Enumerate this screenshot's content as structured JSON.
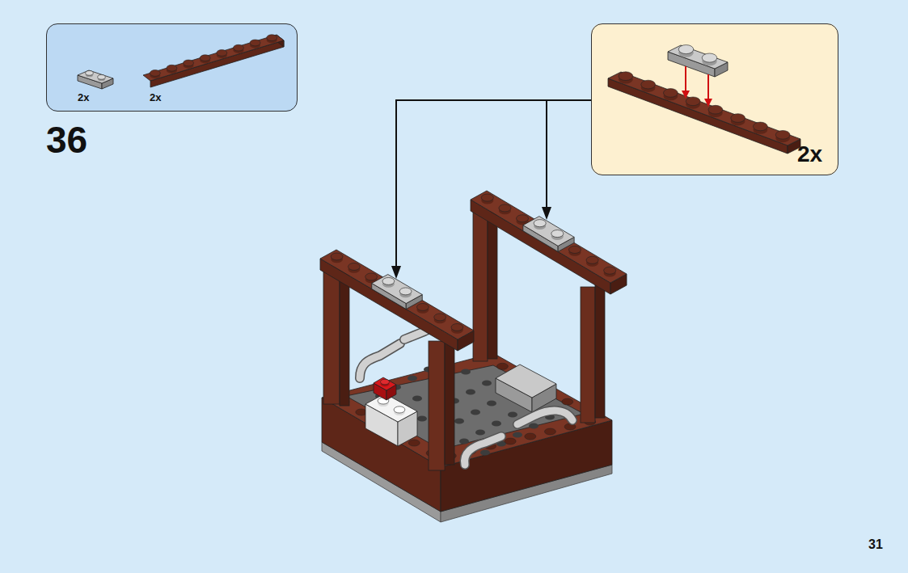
{
  "diagram": {
    "nodes": [
      {
        "text": [
          "2x",
          "2x"
        ]
      },
      {
        "text": [
          "2x"
        ]
      }
    ],
    "labels": [
      "36",
      "31"
    ]
  }
}
